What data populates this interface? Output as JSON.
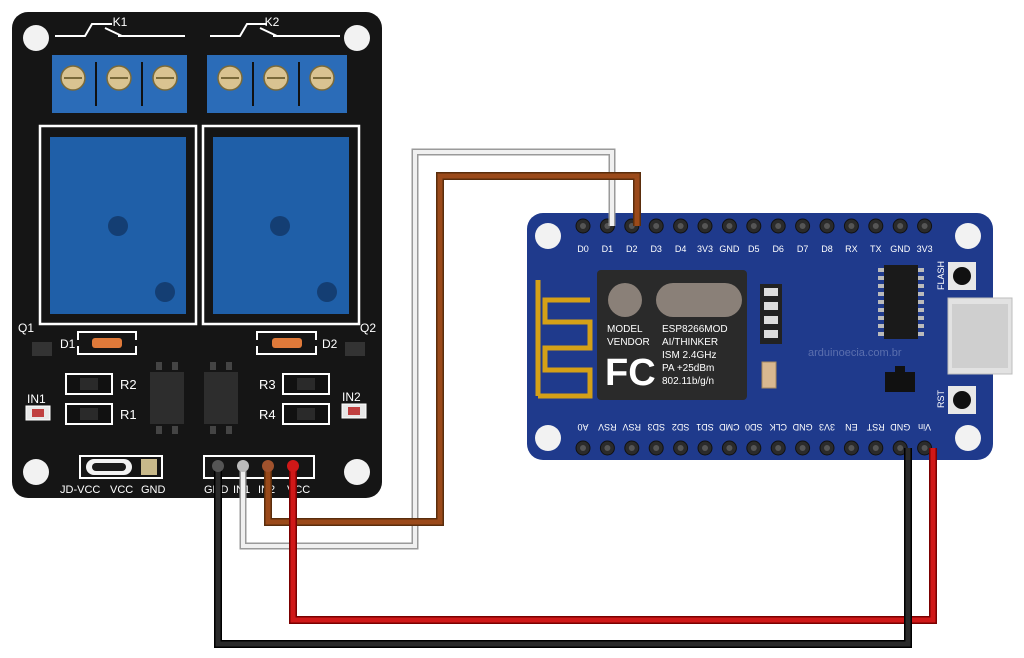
{
  "relay_module": {
    "relays": [
      "K1",
      "K2"
    ],
    "diodes": [
      "D1",
      "D2"
    ],
    "transistors": [
      "Q1",
      "Q2"
    ],
    "resistors": [
      "R1",
      "R2",
      "R3",
      "R4"
    ],
    "leds": [
      "IN1",
      "IN2"
    ],
    "power_header": [
      "JD-VCC",
      "VCC",
      "GND"
    ],
    "signal_header": [
      "GND",
      "IN1",
      "IN2",
      "VCC"
    ]
  },
  "nodemcu": {
    "top_pins": [
      "D0",
      "D1",
      "D2",
      "D3",
      "D4",
      "3V3",
      "GND",
      "D5",
      "D6",
      "D7",
      "D8",
      "RX",
      "TX",
      "GND",
      "3V3"
    ],
    "bottom_pins": [
      "A0",
      "RSV",
      "RSV",
      "SD3",
      "SD2",
      "SD1",
      "CMD",
      "SD0",
      "CLK",
      "GND",
      "3V3",
      "EN",
      "RST",
      "GND",
      "Vin"
    ],
    "buttons": [
      "FLASH",
      "RST"
    ],
    "module_lines": [
      "MODEL",
      "VENDOR"
    ],
    "module_right_lines": [
      "ESP8266MOD",
      "AI/THINKER",
      "ISM 2.4GHz",
      "PA +25dBm",
      "802.11b/g/n"
    ],
    "fcc_logo": "FC",
    "watermark": "arduinoecia.com.br"
  },
  "wires": [
    {
      "from": "IN1",
      "to": "D1",
      "color": "#d9d9d9"
    },
    {
      "from": "IN2",
      "to": "D2",
      "color": "#8b4513"
    },
    {
      "from": "GND",
      "to": "GND",
      "color": "#111111"
    },
    {
      "from": "VCC",
      "to": "Vin",
      "color": "#cc1111"
    }
  ],
  "colors": {
    "relay_board": "#111111",
    "relay_body": "#1f5fa8",
    "terminal": "#2b6cb8",
    "nodemcu_board": "#1f3a8c",
    "module_shield": "#2a2a2a",
    "antenna": "#d4a017"
  }
}
